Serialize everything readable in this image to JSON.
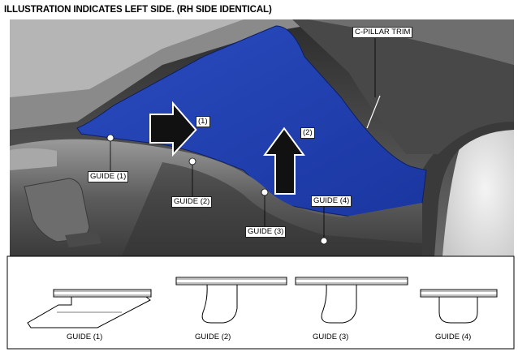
{
  "header": {
    "note": "ILLUSTRATION INDICATES LEFT SIDE. (RH SIDE IDENTICAL)"
  },
  "callouts": {
    "trim": "C-PILLAR TRIM",
    "step1": "(1)",
    "step2": "(2)",
    "guide1": "GUIDE (1)",
    "guide2": "GUIDE (2)",
    "guide3": "GUIDE (3)",
    "guide4": "GUIDE (4)"
  },
  "details": [
    {
      "caption": "GUIDE (1)"
    },
    {
      "caption": "GUIDE (2)"
    },
    {
      "caption": "GUIDE (3)"
    },
    {
      "caption": "GUIDE (4)"
    }
  ],
  "colors": {
    "trim": "#1f3fa8",
    "interior": "#5a5a5a",
    "arrow": "#111111"
  }
}
